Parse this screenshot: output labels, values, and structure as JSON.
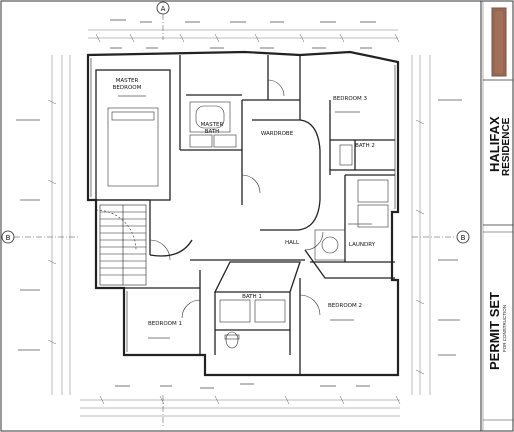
{
  "plan": {
    "grid_a": "A",
    "grid_b_left": "B",
    "grid_b_right": "B",
    "rooms": {
      "master_bedroom": [
        "MASTER",
        "BEDROOM"
      ],
      "master_bath": [
        "MASTER",
        "BATH"
      ],
      "wardrobe": "WARDROBE",
      "bedroom3": "BEDROOM 3",
      "bath2": "BATH 2",
      "laundry": "LAUNDRY",
      "bedroom1": "BEDROOM 1",
      "bath1": "BATH 1",
      "bedroom2": "BEDROOM 2",
      "hall": "HALL"
    }
  },
  "title_block": {
    "project_name": "HALIFAX",
    "project_sub": "RESIDENCE",
    "set_name": "PERMIT SET",
    "set_sub": "FOR CONSTRUCTION"
  },
  "colors": {
    "ink": "#222222",
    "logo": "#a0705a",
    "logo_dark": "#7a4e3c"
  }
}
